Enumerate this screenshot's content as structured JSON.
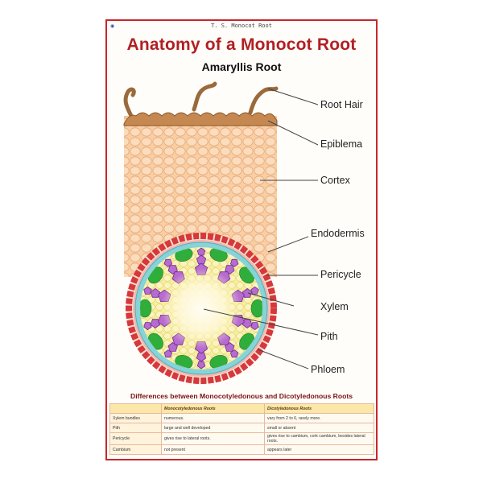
{
  "header": {
    "top_title": "T. S. Monocot Root",
    "title": "Anatomy of a Monocot Root",
    "subtitle": "Amaryllis Root"
  },
  "labels": {
    "root_hair": "Root Hair",
    "epiblema": "Epiblema",
    "cortex": "Cortex",
    "endodermis": "Endodermis",
    "pericycle": "Pericycle",
    "xylem": "Xylem",
    "pith": "Pith",
    "phloem": "Phloem"
  },
  "colors": {
    "title_red": "#b01f24",
    "cortex": "#f6c79a",
    "epiblema": "#c98c55",
    "endodermis": "#d8383e",
    "pericycle": "#7fd0d6",
    "stele": "#f6ea9c",
    "xylem": "#b76ad1",
    "phloem": "#2fae3b"
  },
  "table": {
    "title": "Differences between Monocotyledonous and Dicotyledonous Roots",
    "columns": [
      "",
      "Monocotyledonous Roots",
      "Dicotyledonous Roots"
    ],
    "rows": [
      [
        "Xylem bundles",
        "numerous.",
        "vary from 2 to 6, rarely more."
      ],
      [
        "Pith",
        "large and well developed",
        "small or absent"
      ],
      [
        "Pericycle",
        "gives rise to lateral roots.",
        "gives rise to cambium, cork cambium, besides lateral roots."
      ],
      [
        "Cambium",
        "not present",
        "appears later"
      ]
    ]
  }
}
